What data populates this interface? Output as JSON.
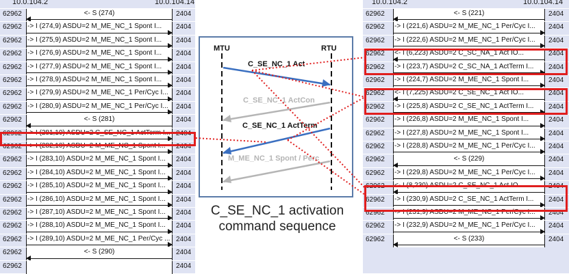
{
  "left": {
    "ip_a": "10.0.104.2",
    "ip_b": "10.0.104.14",
    "rows": [
      {
        "port": "62962",
        "msg": "<- S (274)",
        "dir": "l",
        "center": true,
        "dport": "2404"
      },
      {
        "port": "62962",
        "msg": "-> I (274,9) ASDU=2 M_ME_NC_1 Spont   I...",
        "dir": "r",
        "center": false,
        "dport": "2404"
      },
      {
        "port": "62962",
        "msg": "-> I (275,9) ASDU=2 M_ME_NC_1 Spont   I...",
        "dir": "r",
        "center": false,
        "dport": "2404"
      },
      {
        "port": "62962",
        "msg": "-> I (276,9) ASDU=2 M_ME_NC_1 Spont   I...",
        "dir": "r",
        "center": false,
        "dport": "2404"
      },
      {
        "port": "62962",
        "msg": "-> I (277,9) ASDU=2 M_ME_NC_1 Spont   I...",
        "dir": "r",
        "center": false,
        "dport": "2404"
      },
      {
        "port": "62962",
        "msg": "-> I (278,9) ASDU=2 M_ME_NC_1 Spont   I...",
        "dir": "r",
        "center": false,
        "dport": "2404"
      },
      {
        "port": "62962",
        "msg": "-> I (279,9) ASDU=2 M_ME_NC_1 Per/Cyc I...",
        "dir": "r",
        "center": false,
        "dport": "2404"
      },
      {
        "port": "62962",
        "msg": "-> I (280,9) ASDU=2 M_ME_NC_1 Per/Cyc I...",
        "dir": "r",
        "center": false,
        "dport": "2404"
      },
      {
        "port": "62962",
        "msg": "<- S (281)",
        "dir": "l",
        "center": true,
        "dport": "2404"
      },
      {
        "port": "62962",
        "msg": "-> I (281,10) ASDU=2 C_SE_NC_1 ActTerm I...",
        "dir": "r",
        "center": false,
        "dport": "2404"
      },
      {
        "port": "62962",
        "msg": "-> I (282,10) ASDU=2 M_ME_NC_1 Spont   I...",
        "dir": "r",
        "center": false,
        "dport": "2404"
      },
      {
        "port": "62962",
        "msg": "-> I (283,10) ASDU=2 M_ME_NC_1 Spont   I...",
        "dir": "r",
        "center": false,
        "dport": "2404"
      },
      {
        "port": "62962",
        "msg": "-> I (284,10) ASDU=2 M_ME_NC_1 Spont   I...",
        "dir": "r",
        "center": false,
        "dport": "2404"
      },
      {
        "port": "62962",
        "msg": "-> I (285,10) ASDU=2 M_ME_NC_1 Spont   I...",
        "dir": "r",
        "center": false,
        "dport": "2404"
      },
      {
        "port": "62962",
        "msg": "-> I (286,10) ASDU=2 M_ME_NC_1 Spont   I...",
        "dir": "r",
        "center": false,
        "dport": "2404"
      },
      {
        "port": "62962",
        "msg": "-> I (287,10) ASDU=2 M_ME_NC_1 Spont   I...",
        "dir": "r",
        "center": false,
        "dport": "2404"
      },
      {
        "port": "62962",
        "msg": "-> I (288,10) ASDU=2 M_ME_NC_1 Spont   I...",
        "dir": "r",
        "center": false,
        "dport": "2404"
      },
      {
        "port": "62962",
        "msg": "-> I (289,10) ASDU=2 M_ME_NC_1 Per/Cyc ...",
        "dir": "r",
        "center": false,
        "dport": "2404"
      },
      {
        "port": "62962",
        "msg": "<- S (290)",
        "dir": "l",
        "center": true,
        "dport": "2404"
      },
      {
        "port": "62962",
        "msg": "",
        "dir": "r",
        "center": false,
        "dport": "2404"
      }
    ]
  },
  "right": {
    "ip_a": "10.0.104.2",
    "ip_b": "10.0.104.14",
    "rows": [
      {
        "port": "62962",
        "msg": "<- S (221)",
        "dir": "l",
        "center": true,
        "dport": "2404"
      },
      {
        "port": "62962",
        "msg": "-> I (221,6) ASDU=2 M_ME_NC_1 Per/Cyc I...",
        "dir": "r",
        "center": false,
        "dport": "2404"
      },
      {
        "port": "62962",
        "msg": "-> I (222,6) ASDU=2 M_ME_NC_1 Per/Cyc I...",
        "dir": "r",
        "center": false,
        "dport": "2404"
      },
      {
        "port": "62962",
        "msg": "<- I (6,223) ASDU=2 C_SC_NA_1 Act        IO...",
        "dir": "l",
        "center": false,
        "dport": "2404"
      },
      {
        "port": "62962",
        "msg": "-> I (223,7) ASDU=2 C_SC_NA_1 ActTerm I...",
        "dir": "r",
        "center": false,
        "dport": "2404"
      },
      {
        "port": "62962",
        "msg": "-> I (224,7) ASDU=2 M_ME_NC_1 Spont   I...",
        "dir": "r",
        "center": false,
        "dport": "2404"
      },
      {
        "port": "62962",
        "msg": "<- I (7,225) ASDU=2 C_SE_NC_1 Act        IO...",
        "dir": "l",
        "center": false,
        "dport": "2404"
      },
      {
        "port": "62962",
        "msg": "-> I (225,8) ASDU=2 C_SE_NC_1 ActTerm I...",
        "dir": "r",
        "center": false,
        "dport": "2404"
      },
      {
        "port": "62962",
        "msg": "-> I (226,8) ASDU=2 M_ME_NC_1 Spont   I...",
        "dir": "r",
        "center": false,
        "dport": "2404"
      },
      {
        "port": "62962",
        "msg": "-> I (227,8) ASDU=2 M_ME_NC_1 Spont   I...",
        "dir": "r",
        "center": false,
        "dport": "2404"
      },
      {
        "port": "62962",
        "msg": "-> I (228,8) ASDU=2 M_ME_NC_1 Per/Cyc I...",
        "dir": "r",
        "center": false,
        "dport": "2404"
      },
      {
        "port": "62962",
        "msg": "<- S (229)",
        "dir": "l",
        "center": true,
        "dport": "2404"
      },
      {
        "port": "62962",
        "msg": "-> I (229,8) ASDU=2 M_ME_NC_1 Per/Cyc I...",
        "dir": "r",
        "center": false,
        "dport": "2404"
      },
      {
        "port": "62962",
        "msg": "<- I (8,230) ASDU=2 C_SE_NC_1 Act        IO...",
        "dir": "l",
        "center": false,
        "dport": "2404"
      },
      {
        "port": "62962",
        "msg": "-> I (230,9) ASDU=2 C_SE_NC_1 ActTerm I...",
        "dir": "r",
        "center": false,
        "dport": "2404"
      },
      {
        "port": "62962",
        "msg": "-> I (231,9) ASDU=2 M_ME_NC_1 Per/Cyc I...",
        "dir": "r",
        "center": false,
        "dport": "2404"
      },
      {
        "port": "62962",
        "msg": "-> I (232,9) ASDU=2 M_ME_NC_1 Per/Cyc I...",
        "dir": "r",
        "center": false,
        "dport": "2404"
      },
      {
        "port": "62962",
        "msg": "<- S (233)",
        "dir": "l",
        "center": true,
        "dport": "2404"
      }
    ]
  },
  "diagram": {
    "mtu_label": "MTU",
    "rtu_label": "RTU",
    "act_label": "C_SE_NC_1 Act",
    "actcon_label": "C_SE_NC_1 ActCon",
    "actterm_label": "C_SE_NC_1 ActTerm",
    "spont_label": "M_ME_NC_1 Spont / Perc",
    "colors": {
      "blue": "#3a6fc0",
      "gray": "#b5b5b5",
      "red": "#e01e1e",
      "frame": "#5a7aa8"
    }
  },
  "caption": {
    "line1": "C_SE_NC_1 activation",
    "line2": "command sequence"
  }
}
